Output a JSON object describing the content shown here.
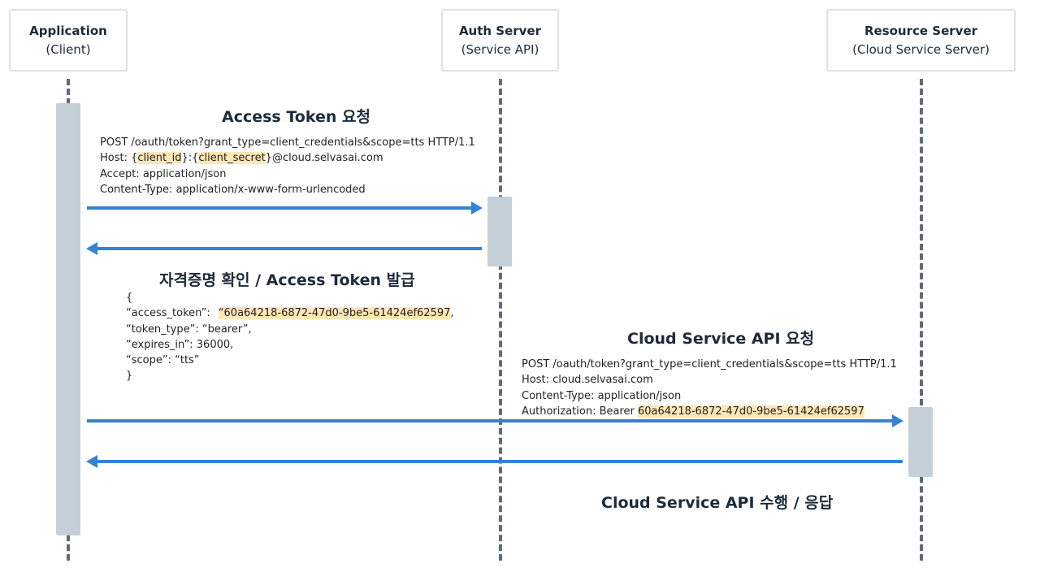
{
  "actors": {
    "client": {
      "name": "Application",
      "sub": "(Client)"
    },
    "auth": {
      "name": "Auth Server",
      "sub": "(Service API)"
    },
    "resource": {
      "name": "Resource Server",
      "sub": "(Cloud Service Server)"
    }
  },
  "step1": {
    "heading": "Access Token 요청",
    "line1": "POST /oauth/token?grant_type=client_credentials&scope=tts HTTP/1.1",
    "line2_prefix": "Host: {",
    "line2_client_id": "client_id",
    "line2_mid": "}:{",
    "line2_client_secret": "client_secret",
    "line2_suffix": "}@cloud.selvasai.com",
    "line3": "Accept: application/json",
    "line4": "Content-Type: application/x-www-form-urlencoded"
  },
  "step2": {
    "heading": "자격증명 확인 / Access Token 발급",
    "open_brace": "{",
    "access_token_key": "“access_token”:",
    "access_token_value": "“60a64218-6872-47d0-9be5-61424ef62597",
    "access_token_comma": ",",
    "token_type": "“token_type”: “bearer”,",
    "expires_in": "“expires_in”: 36000,",
    "scope": "“scope”: “tts”",
    "close_brace": "}"
  },
  "step3": {
    "heading": "Cloud Service API 요청",
    "line1": "POST /oauth/token?grant_type=client_credentials&scope=tts HTTP/1.1",
    "line2": "Host: cloud.selvasai.com",
    "line3": "Content-Type: application/json",
    "line4_prefix": "Authorization: Bearer ",
    "line4_token": "60a64218-6872-47d0-9be5-61424ef62597"
  },
  "step4": {
    "heading": "Cloud Service API 수행 / 응답"
  },
  "colors": {
    "arrow": "#3283d4",
    "lifeline": "#5f6b78",
    "activation": "#c5cfd8",
    "highlight": "#fde7b4",
    "actor_border": "#dde2e7"
  }
}
